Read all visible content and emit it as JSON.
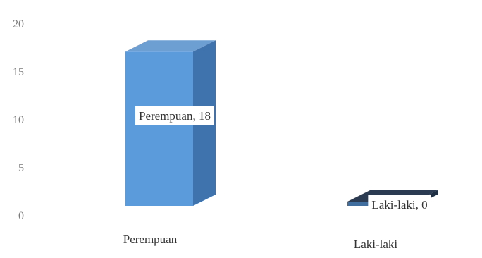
{
  "chart_data": {
    "type": "bar",
    "categories": [
      "Perempuan",
      "Laki-laki"
    ],
    "values": [
      18,
      0
    ],
    "data_labels": [
      "Perempuan, 18",
      "Laki-laki, 0"
    ],
    "yticks": [
      0,
      5,
      10,
      15,
      20
    ],
    "ylim": [
      0,
      20
    ],
    "title": "",
    "xlabel": "",
    "ylabel": "",
    "grid": false,
    "legend": "none",
    "colors": {
      "bar_front": [
        "#5b9bdc",
        "#3f6e9f"
      ],
      "bar_side": [
        "#3f73ad",
        "#1e2f44"
      ],
      "bar_top": [
        "#6e9fd3",
        "#2b3b52"
      ],
      "axis_text": "#7a7a7a",
      "label_text": "#333333"
    }
  }
}
